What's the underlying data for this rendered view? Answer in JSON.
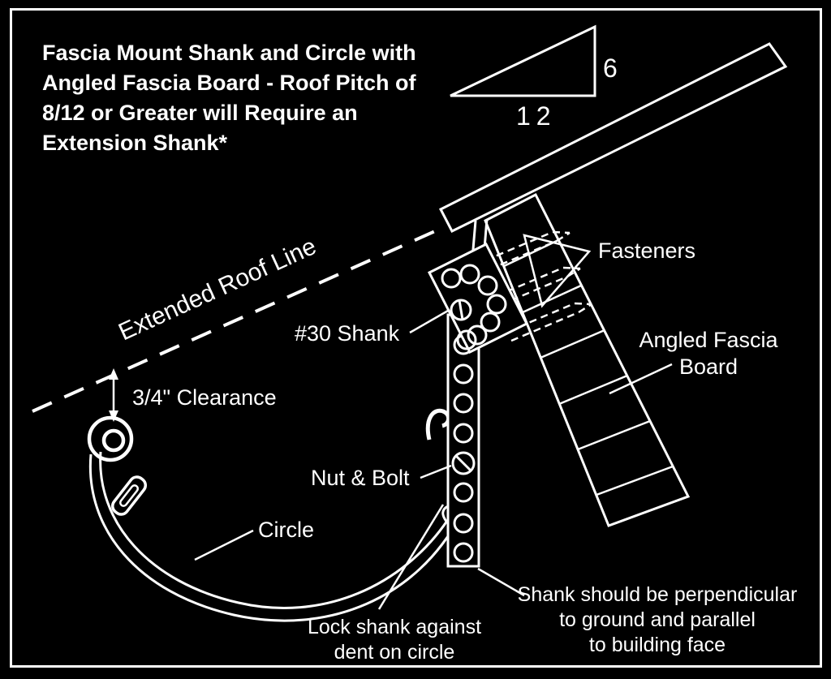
{
  "figure": {
    "title_lines": [
      "Fascia Mount Shank and Circle with",
      "Angled Fascia Board - Roof Pitch of",
      "8/12 or Greater will Require an",
      "Extension Shank*"
    ],
    "pitch_triangle": {
      "rise": "6",
      "run": "12"
    },
    "labels": {
      "extended_roof_line": "Extended Roof Line",
      "clearance": "3/4\" Clearance",
      "shank": "#30 Shank",
      "fasteners": "Fasteners",
      "angled_fascia_line1": "Angled Fascia",
      "angled_fascia_line2": "Board",
      "nut_bolt": "Nut & Bolt",
      "circle": "Circle",
      "lock_line1": "Lock shank against",
      "lock_line2": "dent on circle",
      "perp_line1": "Shank should be perpendicular",
      "perp_line2": "to ground and parallel",
      "perp_line3": "to building face"
    },
    "colors": {
      "background": "#000000",
      "ink": "#ffffff"
    }
  }
}
